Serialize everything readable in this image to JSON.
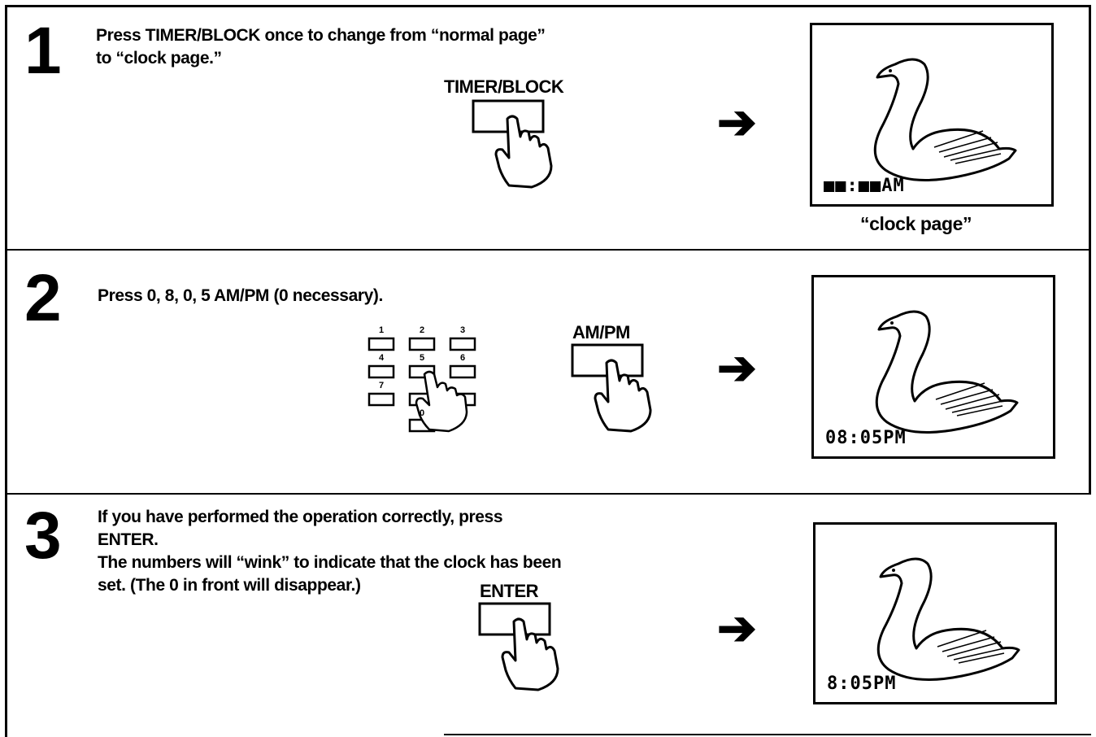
{
  "steps": [
    {
      "number": "1",
      "text": "Press TIMER/BLOCK once to change from “normal page”\nto “clock page.”",
      "button_label": "TIMER/BLOCK",
      "screen_time": "■■:■■AM",
      "caption": "“clock page”"
    },
    {
      "number": "2",
      "text": "Press 0, 8, 0, 5 AM/PM (0 necessary).",
      "button_label": "AM/PM",
      "keypad_digits": [
        "1",
        "2",
        "3",
        "4",
        "5",
        "6",
        "7",
        "0"
      ],
      "screen_time": "08:05PM"
    },
    {
      "number": "3",
      "text": "If you have performed the operation correctly, press\nENTER.\nThe numbers will “wink” to indicate that the clock has been\nset. (The 0 in front will disappear.)",
      "button_label": "ENTER",
      "screen_time": "8:05PM"
    }
  ],
  "arrow_glyph": "➔"
}
